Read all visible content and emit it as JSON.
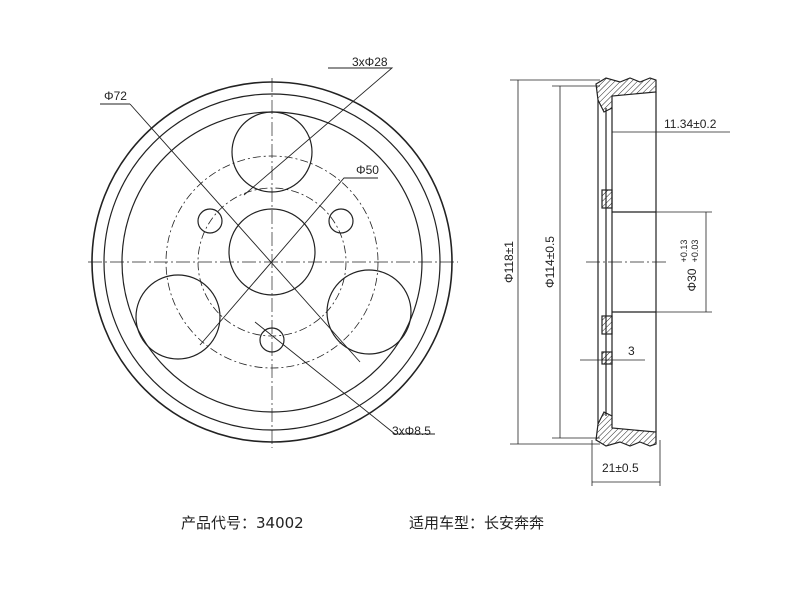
{
  "dimensions": {
    "holes_large": "3xΦ28",
    "pcd_outer": "Φ72",
    "pcd_inner": "Φ50",
    "holes_small": "3xΦ8.5",
    "outer_diameter": "Φ118±1",
    "groove_diameter": "Φ114±0.5",
    "bore": "Φ30",
    "bore_tol_upper": "+0.13",
    "bore_tol_lower": "+0.03",
    "groove_offset": "11.34±0.2",
    "web_thickness": "3",
    "overall_width": "21±0.5"
  },
  "caption": {
    "product_code": "产品代号：34002",
    "vehicle": "适用车型：长安奔奔"
  },
  "colors": {
    "line": "#222222",
    "background": "#ffffff"
  }
}
